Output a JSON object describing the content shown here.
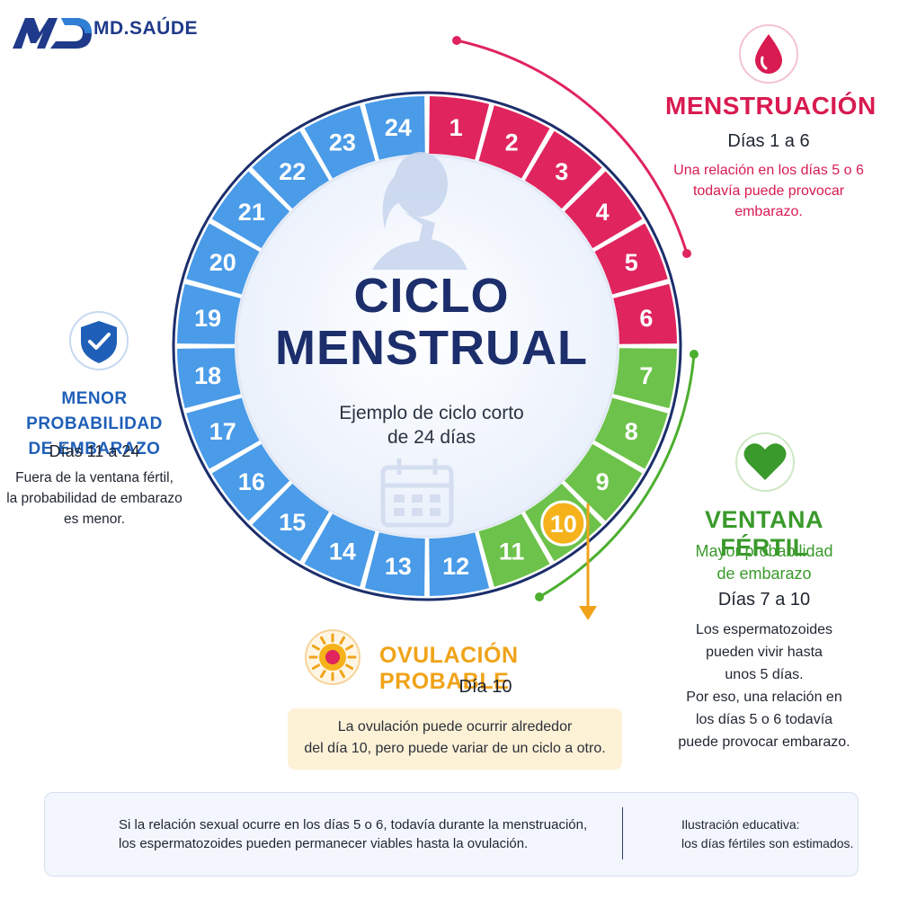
{
  "brand": {
    "name": "MD.SAÚDE",
    "colors": {
      "navy": "#1c2e6b",
      "blue": "#1f3a8a"
    }
  },
  "center": {
    "title_line1": "CICLO",
    "title_line2": "MENSTRUAL",
    "subtitle_line1": "Ejemplo de ciclo corto",
    "subtitle_line2": "de 24 días",
    "icons": [
      "woman-silhouette-icon",
      "calendar-icon"
    ]
  },
  "cycle": {
    "days": [
      {
        "n": "1",
        "phase": "menstruation"
      },
      {
        "n": "2",
        "phase": "menstruation"
      },
      {
        "n": "3",
        "phase": "menstruation"
      },
      {
        "n": "4",
        "phase": "menstruation"
      },
      {
        "n": "5",
        "phase": "menstruation"
      },
      {
        "n": "6",
        "phase": "menstruation"
      },
      {
        "n": "7",
        "phase": "fertile"
      },
      {
        "n": "8",
        "phase": "fertile"
      },
      {
        "n": "9",
        "phase": "fertile"
      },
      {
        "n": "10",
        "phase": "ovulation"
      },
      {
        "n": "11",
        "phase": "fertile"
      },
      {
        "n": "12",
        "phase": "low"
      },
      {
        "n": "13",
        "phase": "low"
      },
      {
        "n": "14",
        "phase": "low"
      },
      {
        "n": "15",
        "phase": "low"
      },
      {
        "n": "16",
        "phase": "low"
      },
      {
        "n": "17",
        "phase": "low"
      },
      {
        "n": "18",
        "phase": "low"
      },
      {
        "n": "19",
        "phase": "low"
      },
      {
        "n": "20",
        "phase": "low"
      },
      {
        "n": "21",
        "phase": "low"
      },
      {
        "n": "22",
        "phase": "low"
      },
      {
        "n": "23",
        "phase": "low"
      },
      {
        "n": "24",
        "phase": "low"
      }
    ],
    "phase_colors": {
      "menstruation": "#e0245e",
      "fertile": "#6cc24a",
      "low": "#4a9be8",
      "ovulation": "#f5b21a"
    }
  },
  "menstruation": {
    "icon": "blood-drop-icon",
    "title": "MENSTRUACIÓN",
    "days": "Días 1 a 6",
    "note_line1": "Una relación en los días 5 o 6",
    "note_line2": "todavía puede provocar",
    "note_line3": "embarazo."
  },
  "low_probability": {
    "icon": "shield-check-icon",
    "title_line1": "MENOR PROBABILIDAD",
    "title_line2": "DE EMBARAZO",
    "days": "Días 11 a 24",
    "note_line1": "Fuera de la ventana fértil,",
    "note_line2": "la probabilidad de embarazo",
    "note_line3": "es menor."
  },
  "fertile": {
    "icon": "heart-icon",
    "title": "VENTANA FÉRTIL",
    "sub_line1": "Mayor probabilidad",
    "sub_line2": "de embarazo",
    "days": "Días 7 a 10",
    "note_line1": "Los espermatozoides",
    "note_line2": "pueden vivir hasta",
    "note_line3": "unos 5 días.",
    "note_line4": "Por eso, una relación en",
    "note_line5": "los días 5 o 6 todavía",
    "note_line6": "puede provocar embarazo."
  },
  "ovulation": {
    "icon": "ovum-icon",
    "title": "OVULACIÓN PROBABLE",
    "day": "Día 10",
    "box_line1": "La ovulación puede ocurrir alrededor",
    "box_line2": "del día 10, pero puede variar de un ciclo a otro."
  },
  "footer": {
    "icon": "info-icon",
    "text1_line1": "Si la relación sexual ocurre en los días 5 o 6, todavía durante la menstruación,",
    "text1_line2": "los espermatozoides pueden permanecer viables hasta la ovulación.",
    "text2_line1": "Ilustración educativa:",
    "text2_line2": "los días fértiles son estimados."
  }
}
